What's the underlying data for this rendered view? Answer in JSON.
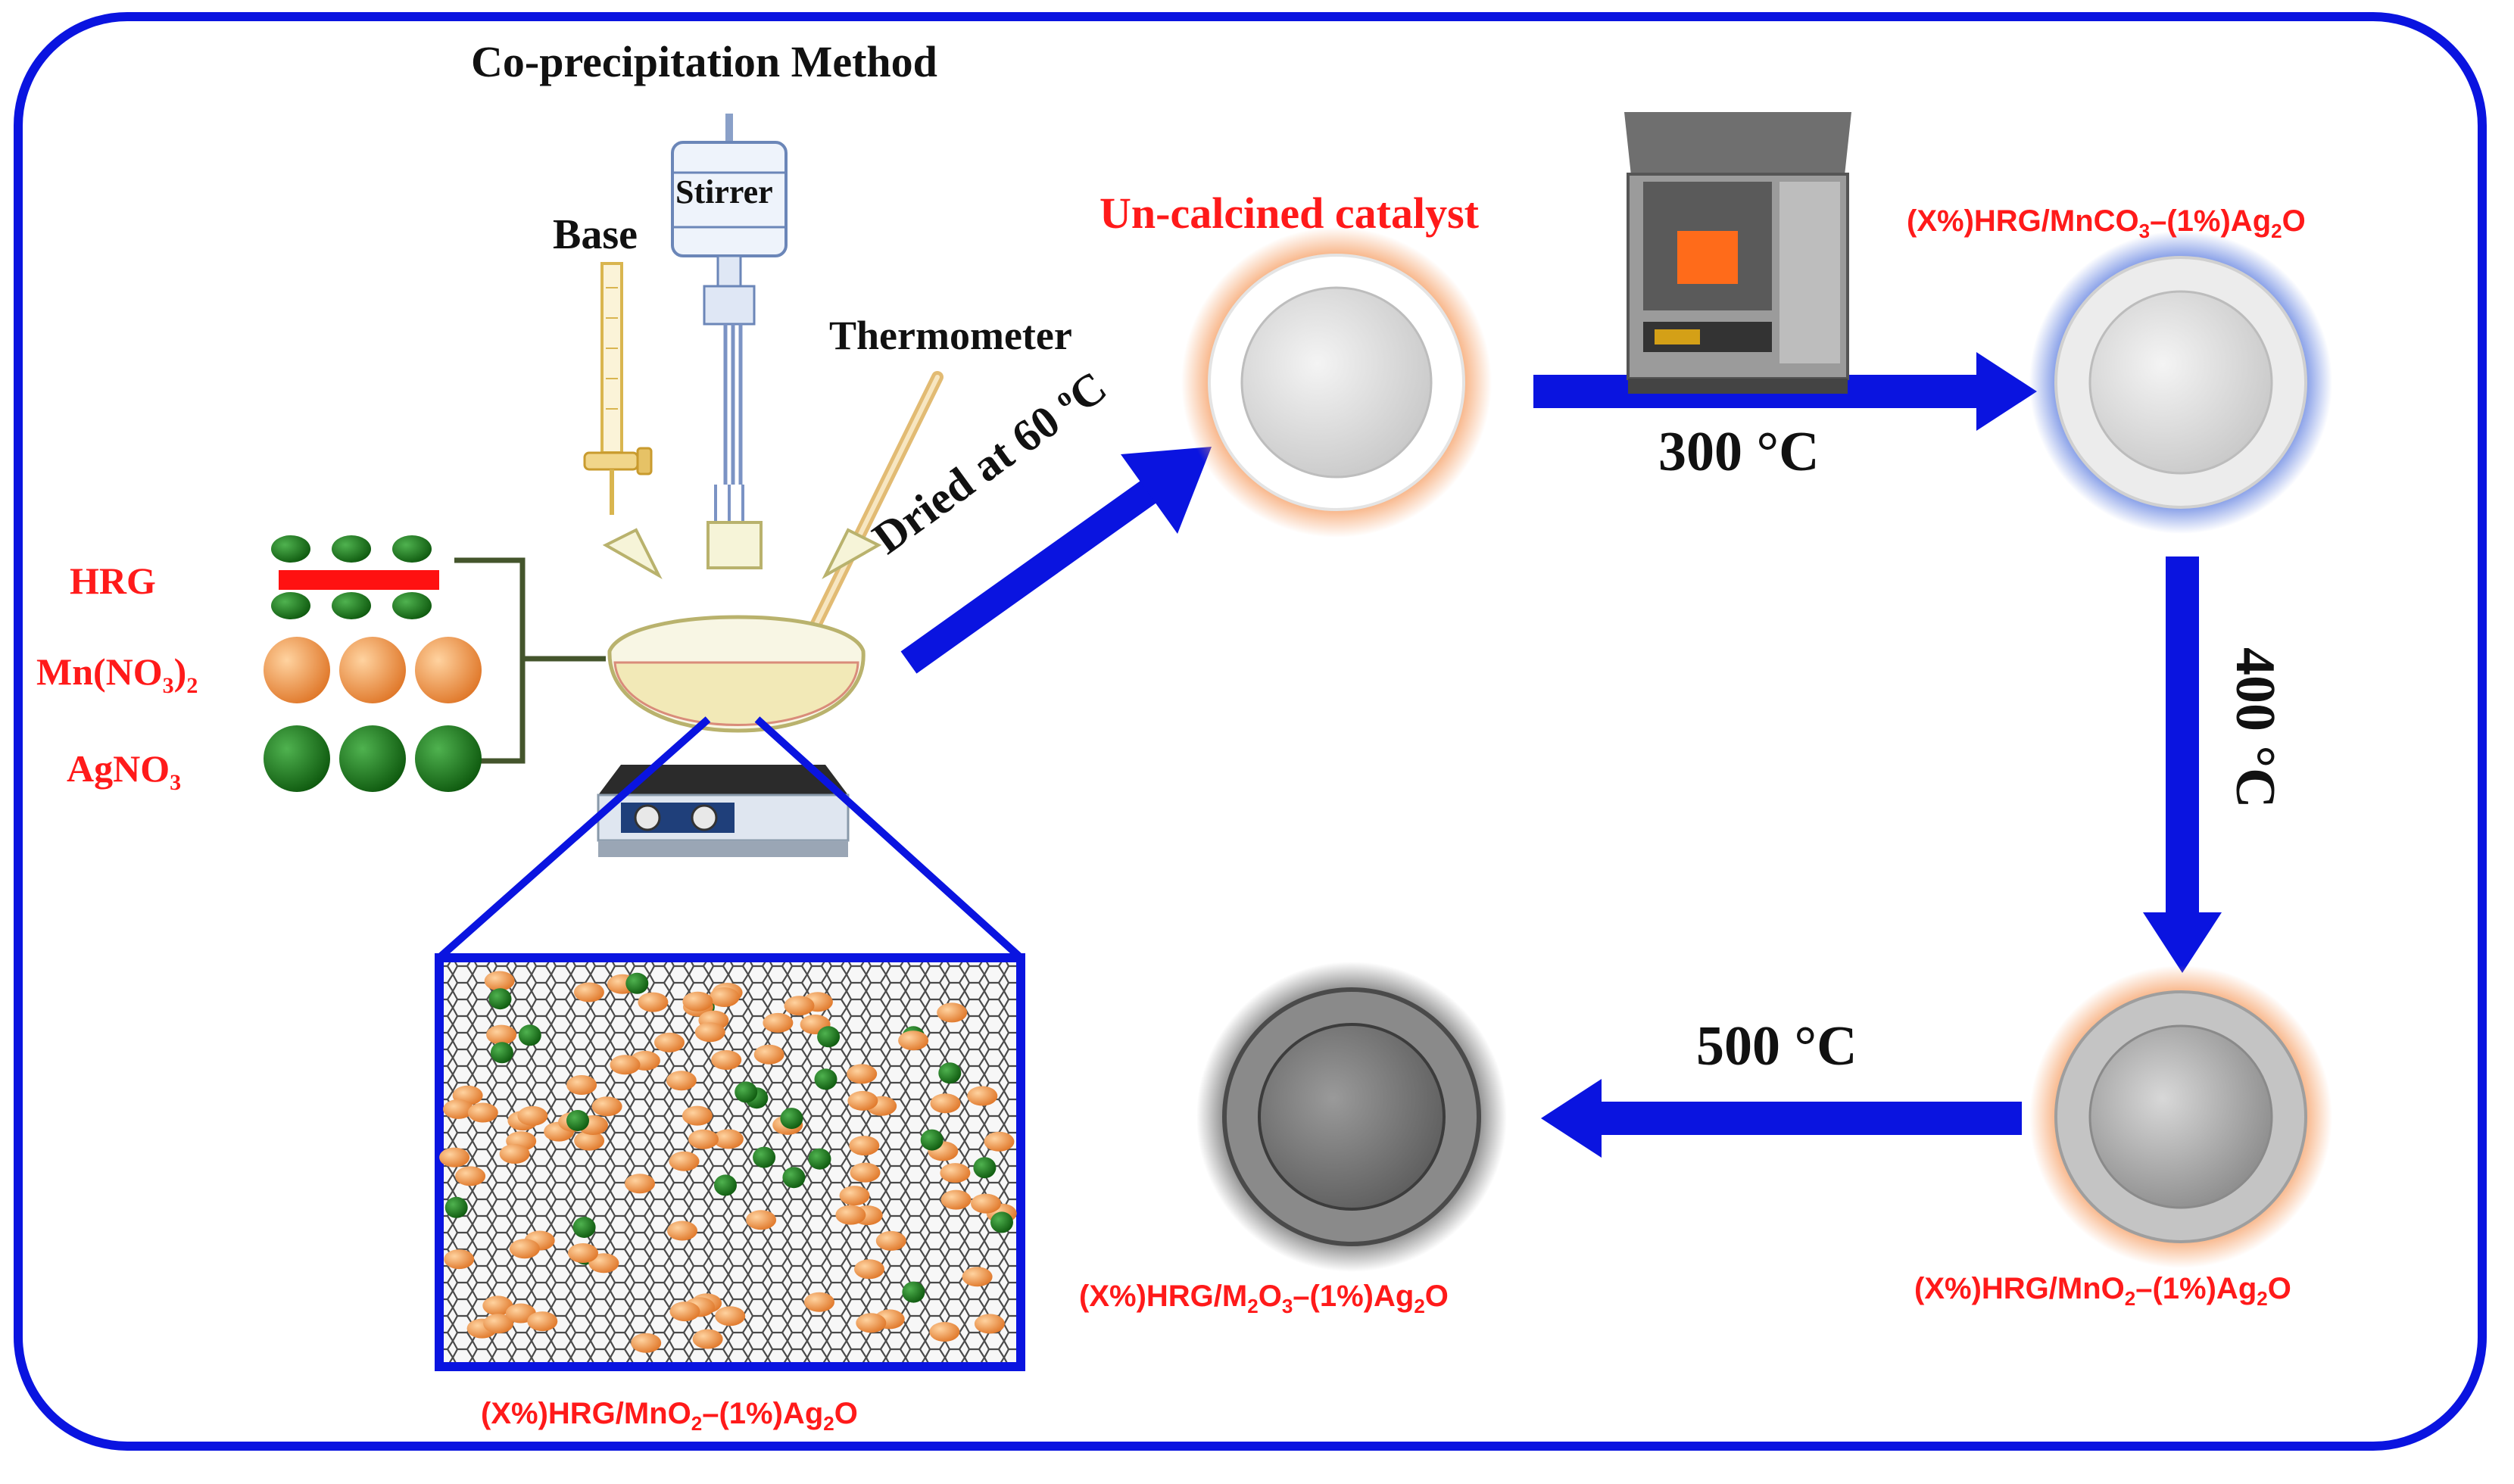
{
  "title": "Co-precipitation Method",
  "apparatus": {
    "stirrer": "Stirrer",
    "base": "Base",
    "thermometer": "Thermometer"
  },
  "reagents": {
    "hrg": "HRG",
    "mn_nitrate": "Mn(NO",
    "mn_nitrate_sub1": "3",
    "mn_nitrate_close": ")",
    "mn_nitrate_sub2": "2",
    "agno3": "AgNO",
    "agno3_sub": "3"
  },
  "steps": {
    "dried": "Dried at 60 ",
    "dried_sup": "o",
    "dried_unit": "C",
    "uncalcined": "Un-calcined catalyst",
    "t300": "300 °C",
    "t400": "400 °C",
    "t500": "500 °C"
  },
  "products": {
    "mnco3": {
      "a": "(X%)HRG/MnCO",
      "s1": "3",
      "b": "–(1%)Ag",
      "s2": "2",
      "c": "O"
    },
    "mno2_right": {
      "a": "(X%)HRG/MnO",
      "s1": "2",
      "b": "–(1%)Ag",
      "s2": "2",
      "c": "O"
    },
    "m2o3": {
      "a": "(X%)HRG/M",
      "s1": "2",
      "a2": "O",
      "s1b": "3",
      "b": "–(1%)Ag",
      "s2": "2",
      "c": "O"
    },
    "mno2_inset": {
      "a": "(X%)HRG/MnO",
      "s1": "2",
      "b": "–(1%)Ag",
      "s2": "2",
      "c": "O"
    }
  },
  "colors": {
    "frame": "#0a14e0",
    "arrow": "#0a14e0",
    "label_red": "#ff1a1a",
    "hrg_sheet": "#ff1111",
    "mn_sphere": "#f29a3c",
    "ag_sphere": "#1f7a1f"
  }
}
